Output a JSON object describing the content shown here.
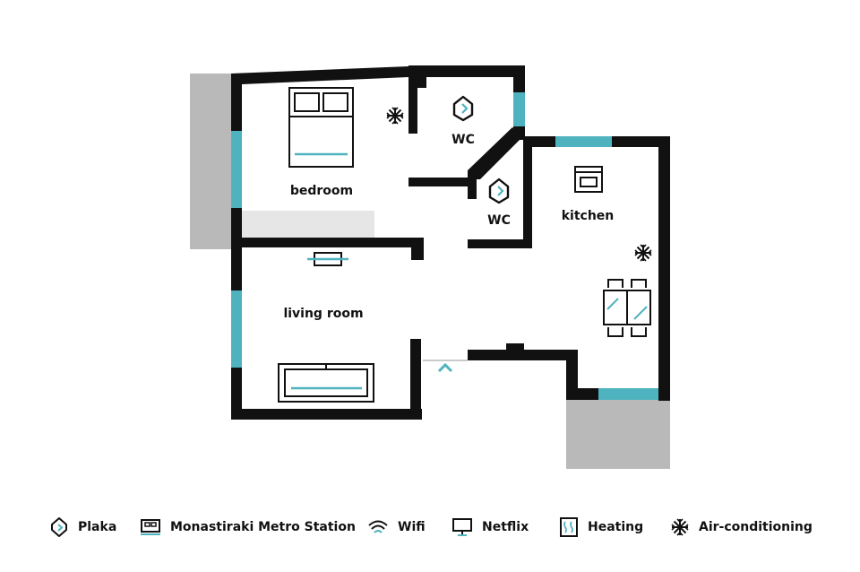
{
  "colors": {
    "wall": "#111111",
    "window": "#4fb3bf",
    "balcony": "#b9b9b9",
    "corridor": "#e6e6e6"
  },
  "rooms": {
    "bedroom": "bedroom",
    "wc_upper": "WC",
    "wc_lower": "WC",
    "kitchen": "kitchen",
    "living_room": "living room"
  },
  "legend": [
    {
      "icon": "location-pin-icon",
      "label": "Plaka"
    },
    {
      "icon": "metro-train-icon",
      "label": "Monastiraki Metro Station"
    },
    {
      "icon": "wifi-icon",
      "label": "Wifi"
    },
    {
      "icon": "monitor-icon",
      "label": "Netflix"
    },
    {
      "icon": "radiator-icon",
      "label": "Heating"
    },
    {
      "icon": "snowflake-icon",
      "label": "Air-conditioning"
    }
  ]
}
